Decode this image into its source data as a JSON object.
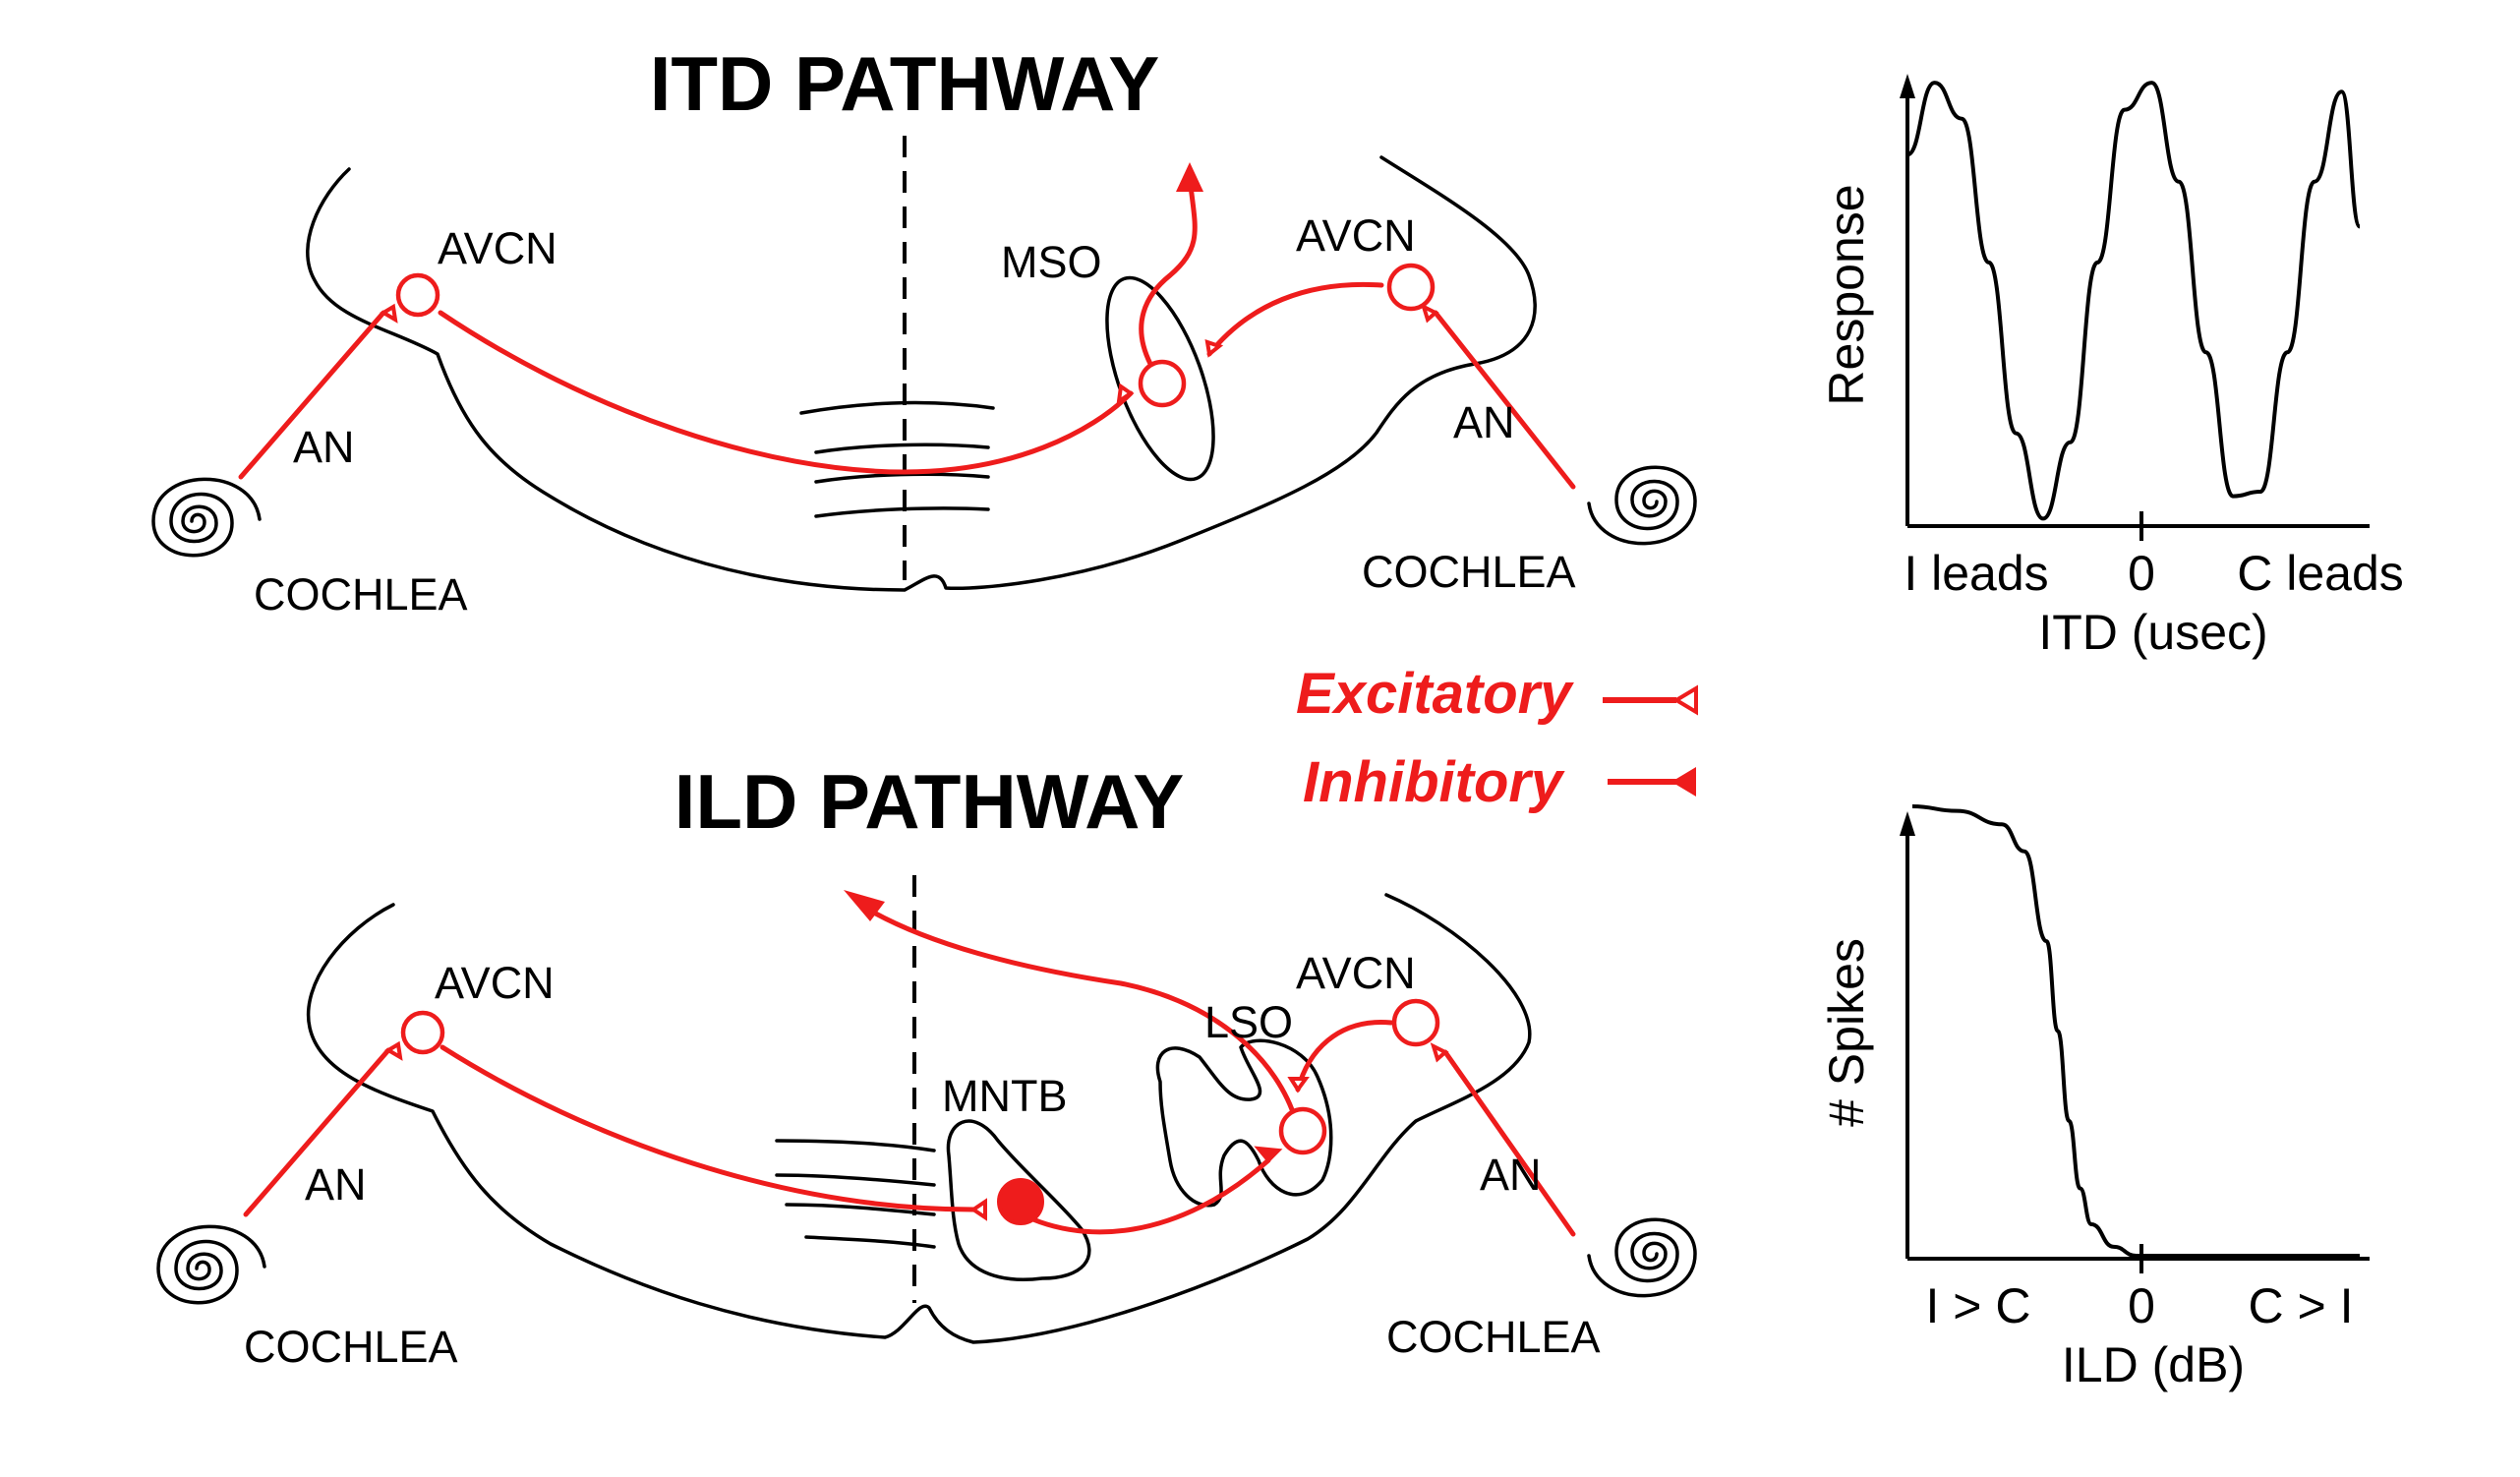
{
  "colors": {
    "pathway": "#ee1c1c",
    "outline": "#000000",
    "background": "#ffffff"
  },
  "itd": {
    "title": "ITD PATHWAY",
    "labels": {
      "avcn_left": "AVCN",
      "avcn_right": "AVCN",
      "mso": "MSO",
      "an_left": "AN",
      "an_right": "AN",
      "cochlea_left": "COCHLEA",
      "cochlea_right": "COCHLEA"
    }
  },
  "ild": {
    "title": "ILD PATHWAY",
    "labels": {
      "avcn_left": "AVCN",
      "avcn_right": "AVCN",
      "lso": "LSO",
      "mntb": "MNTB",
      "an_left": "AN",
      "an_right": "AN",
      "cochlea_left": "COCHLEA",
      "cochlea_right": "COCHLEA"
    }
  },
  "legend": {
    "excitatory": "Excitatory",
    "inhibitory": "Inhibitory",
    "excitatory_symbol": "open-triangle-terminal",
    "inhibitory_symbol": "filled-triangle-terminal"
  },
  "chart_data": [
    {
      "type": "line",
      "title": "",
      "ylabel": "Response",
      "xlabel": "ITD (usec)",
      "xticklabels": [
        "I leads",
        "0",
        "C leads"
      ],
      "series": [
        {
          "x": [
            -1.0,
            -0.88,
            -0.76,
            -0.64,
            -0.52,
            -0.4,
            -0.28,
            -0.16,
            -0.04,
            0.08,
            0.2,
            0.32,
            0.44,
            0.56,
            0.68,
            0.8,
            0.92,
            1.0
          ],
          "values": [
            0.82,
            0.98,
            0.9,
            0.58,
            0.2,
            0.01,
            0.18,
            0.58,
            0.92,
            0.98,
            0.76,
            0.38,
            0.06,
            0.07,
            0.38,
            0.76,
            0.96,
            0.66
          ]
        }
      ]
    },
    {
      "type": "line",
      "title": "",
      "ylabel": "# Spikes",
      "xlabel": "ILD (dB)",
      "xticklabels": [
        "I > C",
        "0",
        "C > I"
      ],
      "series": [
        {
          "x": [
            -1.0,
            -0.8,
            -0.6,
            -0.5,
            -0.4,
            -0.35,
            -0.3,
            -0.25,
            -0.2,
            -0.1,
            0.0,
            0.2,
            0.5,
            1.0
          ],
          "values": [
            1.0,
            0.99,
            0.96,
            0.9,
            0.7,
            0.5,
            0.3,
            0.15,
            0.07,
            0.02,
            0.0,
            0.0,
            0.0,
            0.0
          ]
        }
      ]
    }
  ]
}
